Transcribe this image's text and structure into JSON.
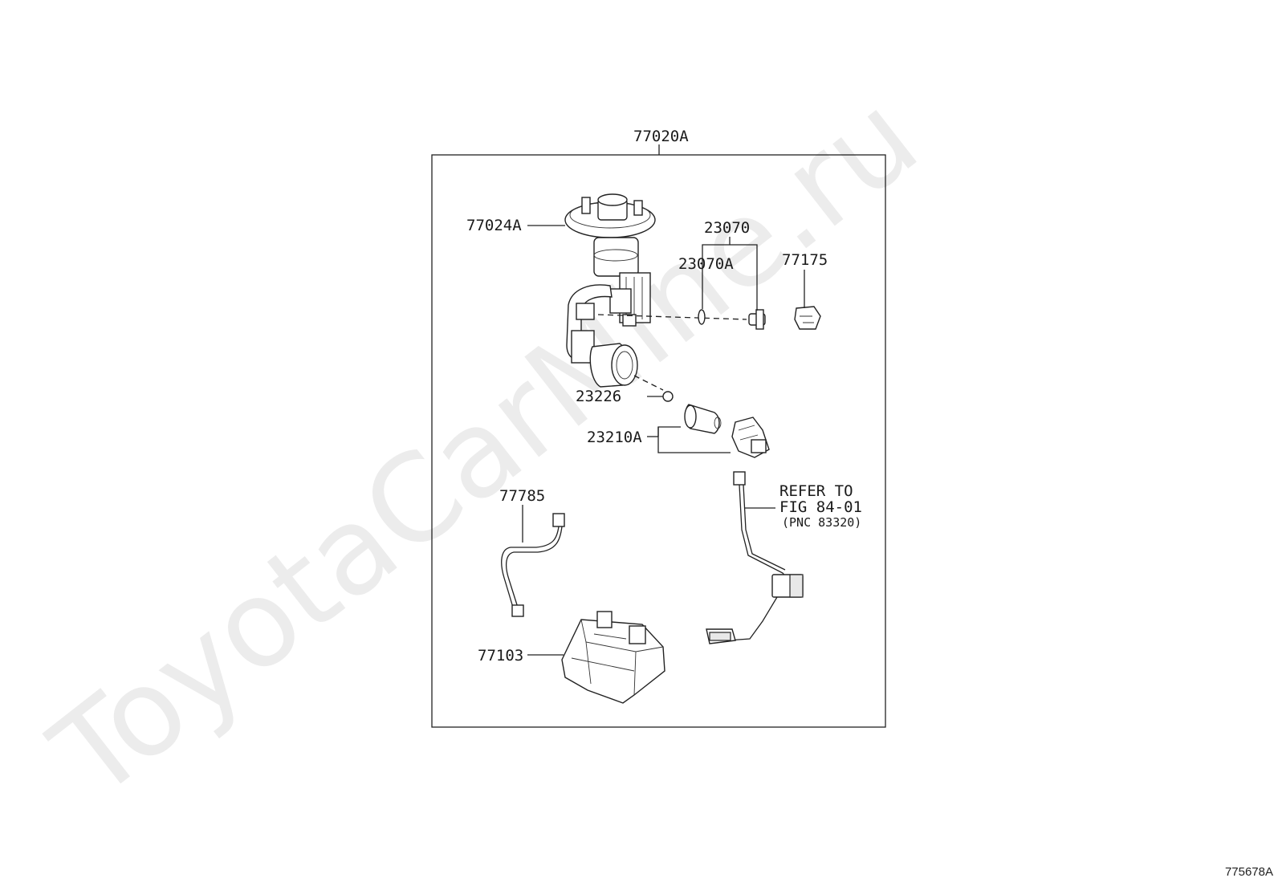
{
  "watermark": "ToyotaCarMine.ru",
  "figure_id": "775678A",
  "labels": {
    "assembly": "77020A",
    "pump_flange": "77024A",
    "p23070": "23070",
    "p23070A": "23070A",
    "p77175": "77175",
    "p23226": "23226",
    "p23210A": "23210A",
    "p77785": "77785",
    "p77103": "77103",
    "refer_line1": "REFER TO",
    "refer_line2": "FIG 84-01",
    "refer_line3": "(PNC 83320)"
  }
}
